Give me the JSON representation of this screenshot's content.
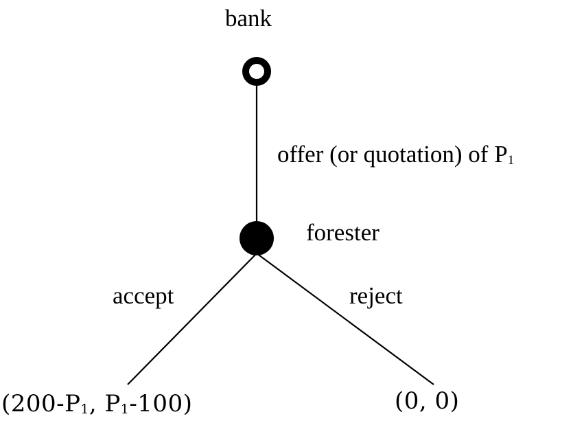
{
  "nodes": {
    "root_player": "bank",
    "decision_player": "forester"
  },
  "edges": {
    "offer": {
      "text": "offer (or quotation) of P",
      "subscript": "1"
    },
    "accept": "accept",
    "reject": "reject"
  },
  "payoffs": {
    "accept": {
      "p1": "(200-P",
      "p1_sub": "1",
      "sep": ", P",
      "p2_sub": "1",
      "p2": "-100)"
    },
    "reject": "(0, 0)"
  },
  "colors": {
    "line": "#000000",
    "node_fill": "#000000",
    "background": "#ffffff"
  }
}
